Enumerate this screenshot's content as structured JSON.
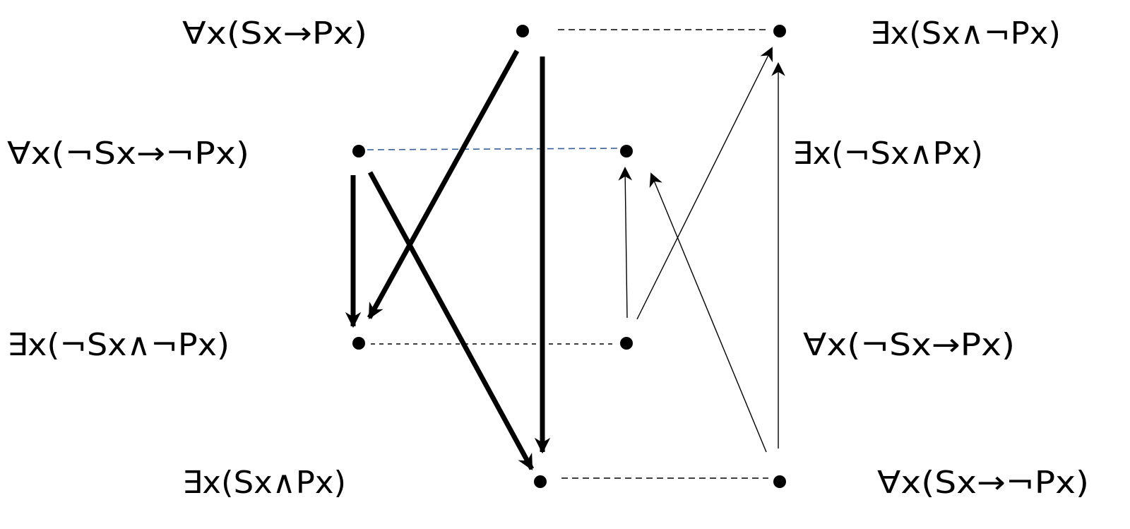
{
  "colors": {
    "ink": "#000000",
    "blue_dash": "#3a5f9a"
  },
  "nodes": [
    {
      "id": "A",
      "label": "∀x(Sx→Px)"
    },
    {
      "id": "E",
      "label": "∃x(Sx∧¬Px)"
    },
    {
      "id": "A2",
      "label": "∀x(¬Sx→¬Px)"
    },
    {
      "id": "E2",
      "label": "∃x(¬Sx∧Px)"
    },
    {
      "id": "O2",
      "label": "∃x(¬Sx∧¬Px)"
    },
    {
      "id": "I2",
      "label": "∀x(¬Sx→Px)"
    },
    {
      "id": "I",
      "label": "∃x(Sx∧Px)"
    },
    {
      "id": "O",
      "label": "∀x(Sx→¬Px)"
    }
  ]
}
